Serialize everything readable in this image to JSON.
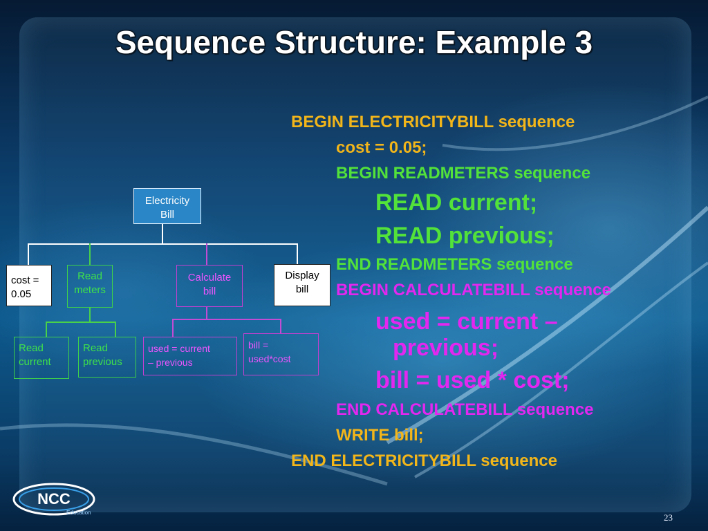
{
  "slide": {
    "title": "Sequence Structure: Example 3",
    "page_number": "23",
    "logo_text": "NCC",
    "logo_subtext": "Education"
  },
  "chart": {
    "root": "Electricity\nBill",
    "level1": [
      "cost =\n0.05",
      "Read\nmeters",
      "Calculate\nbill",
      "Display\nbill"
    ],
    "read_children": [
      "Read\ncurrent",
      "Read\nprevious"
    ],
    "calc_children": [
      "used = current\n– previous",
      "bill =\nused*cost"
    ]
  },
  "code": [
    {
      "indent": 0,
      "size": "s24",
      "parts": [
        {
          "t": "BEGIN ELECTRICITYBILL",
          "c": "y"
        },
        {
          "t": " sequence",
          "c": "y"
        }
      ]
    },
    {
      "indent": 1,
      "size": "s24",
      "parts": [
        {
          "t": "cost = 0.05;",
          "c": "y"
        }
      ]
    },
    {
      "indent": 1,
      "size": "s24",
      "parts": [
        {
          "t": "BEGIN READMETERS sequence",
          "c": "gr"
        }
      ]
    },
    {
      "indent": 2,
      "size": "s34",
      "parts": [
        {
          "t": "READ current;",
          "c": "gr"
        }
      ]
    },
    {
      "indent": 2,
      "size": "s34",
      "parts": [
        {
          "t": "READ previous;",
          "c": "gr"
        }
      ]
    },
    {
      "indent": 1,
      "size": "s24",
      "parts": [
        {
          "t": "END READMETERS sequence",
          "c": "gr"
        }
      ]
    },
    {
      "indent": 1,
      "size": "s24",
      "parts": [
        {
          "t": "BEGIN CALCULATEBILL sequence",
          "c": "mg"
        }
      ]
    },
    {
      "indent": 2,
      "size": "s34",
      "parts": [
        {
          "t": "used = current –",
          "c": "mg"
        }
      ]
    },
    {
      "indent": 3,
      "size": "s34",
      "parts": [
        {
          "t": "previous;",
          "c": "mg"
        }
      ]
    },
    {
      "indent": 2,
      "size": "s34",
      "parts": [
        {
          "t": "bill = used * cost;",
          "c": "mg"
        }
      ]
    },
    {
      "indent": 1,
      "size": "s24",
      "parts": [
        {
          "t": "END CALCULATEBILL sequence",
          "c": "mg"
        }
      ]
    },
    {
      "indent": 1,
      "size": "s24",
      "parts": [
        {
          "t": "WRITE bill;",
          "c": "y"
        }
      ]
    },
    {
      "indent": 0,
      "size": "s24",
      "parts": [
        {
          "t": "END ELECTRICITYBILL",
          "c": "y"
        },
        {
          "t": " sequence",
          "c": "y"
        }
      ]
    }
  ]
}
